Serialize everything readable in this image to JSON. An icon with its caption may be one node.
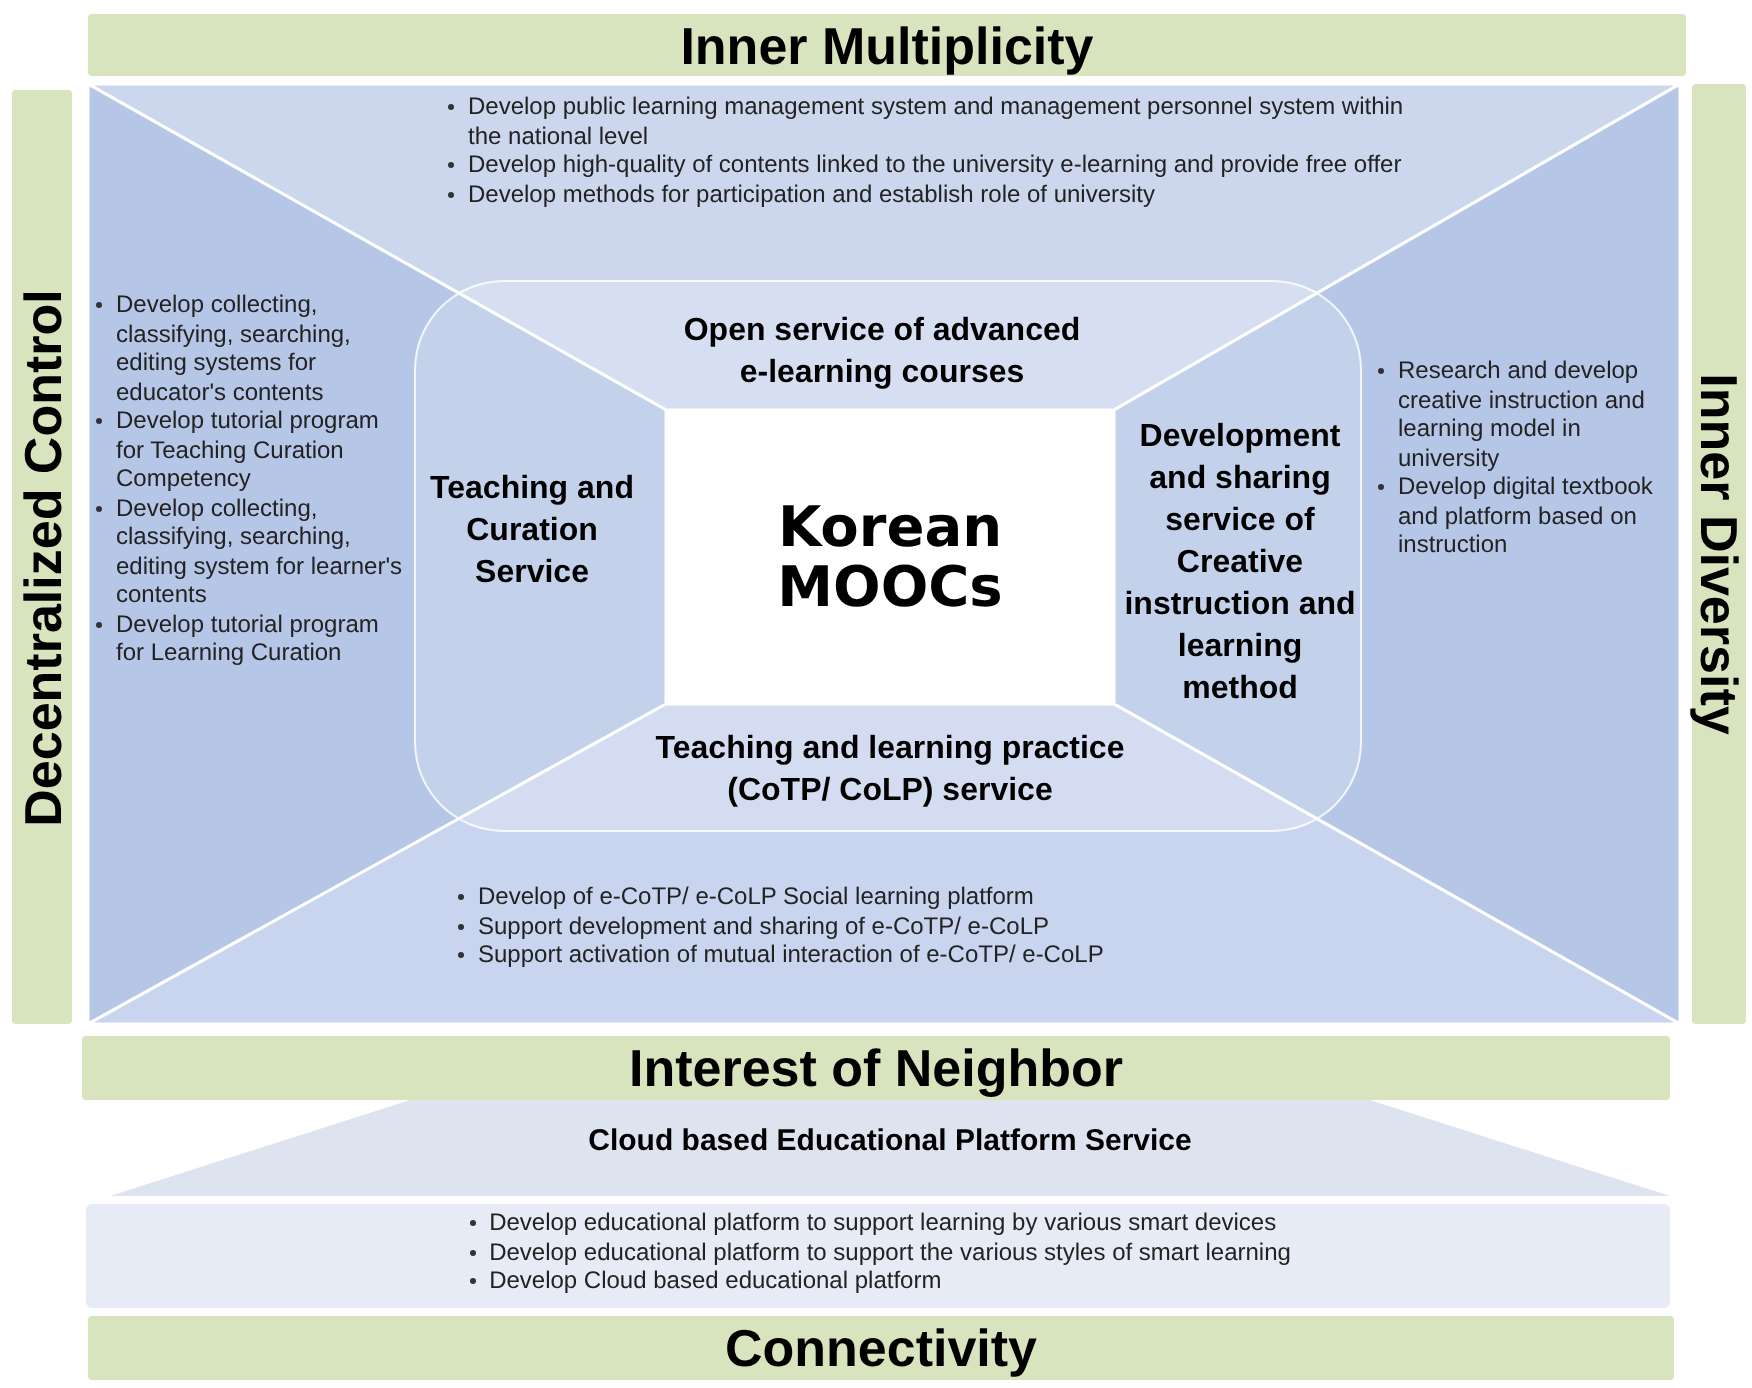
{
  "diagram": {
    "nodes": [
      {
        "text": [
          "Inner Multiplicity"
        ]
      },
      {
        "text": [
          "Develop public learning management system and management personnel system within the national level",
          "Develop high-quality of contents linked to the university e-learning and provide free offer",
          "Develop methods for participation and establish role of university"
        ]
      },
      {
        "text": [
          "Decentralized Control"
        ]
      },
      {
        "text": [
          "Develop collecting, classifying, searching, editing systems for educator's contents",
          "Develop tutorial program for Teaching Curation Competency",
          "Develop collecting, classifying, searching, editing system for learner's contents",
          "Develop tutorial program for Learning Curation"
        ]
      },
      {
        "text": [
          "Open service of advanced e-learning courses"
        ],
        "in": 1
      },
      {
        "text": [
          "Teaching and Curation Service"
        ],
        "in": 3
      },
      {
        "text": [
          "Korean MOOCs"
        ]
      },
      {
        "text": [
          "Development and sharing service of Creative instruction and learning method"
        ],
        "in": 8
      },
      {
        "text": [
          "Research and develop creative instruction and learning model in university",
          "Develop digital textbook and platform based on instruction"
        ]
      },
      {
        "text": [
          "Inner Diversity"
        ]
      },
      {
        "text": [
          "Teaching and learning practice (CoTP/ CoLP) service"
        ],
        "in": 11
      },
      {
        "text": [
          "Develop of e-CoTP/ e-CoLP Social learning platform",
          "Support development and sharing of e-CoTP/ e-CoLP",
          "Support activation of mutual interaction of e-CoTP/ e-CoLP"
        ]
      },
      {
        "text": [
          "Interest of Neighbor"
        ]
      },
      {
        "text": [
          "Cloud based Educational Platform Service"
        ]
      },
      {
        "text": [
          "Develop educational platform to support learning by various smart devices",
          "Develop educational platform to support the various styles of smart learning",
          "Develop Cloud based educational platform"
        ]
      },
      {
        "text": [
          "Connectivity"
        ]
      }
    ]
  }
}
